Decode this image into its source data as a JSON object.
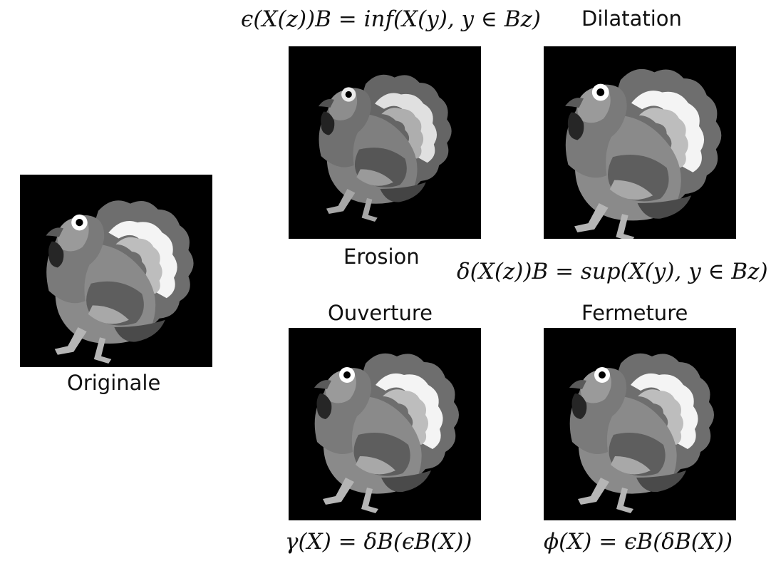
{
  "panels": {
    "originale": {
      "label": "Originale"
    },
    "erosion": {
      "label": "Erosion",
      "formula": "ϵ(X(z))B = inf(X(y), y ∈ Bz)"
    },
    "dilatation": {
      "label": "Dilatation",
      "formula": "δ(X(z))B = sup(X(y), y ∈ Bz)"
    },
    "ouverture": {
      "label": "Ouverture",
      "formula": "γ(X) = δB(ϵB(X))"
    },
    "fermeture": {
      "label": "Fermeture",
      "formula": "ϕ(X) = ϵB(δB(X))"
    }
  },
  "colors": {
    "panel_bg": "#000000",
    "page_bg": "#ffffff"
  }
}
